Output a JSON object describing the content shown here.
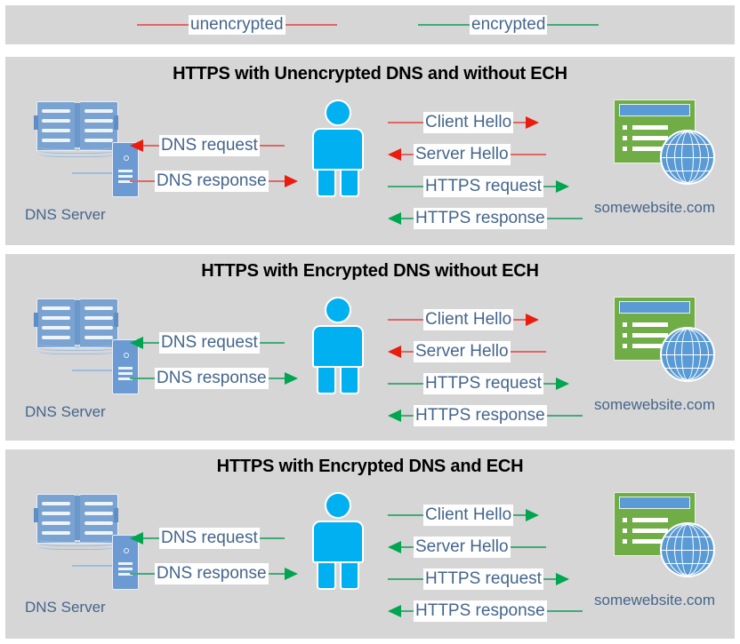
{
  "colors": {
    "panel_bg": "#d6d6d6",
    "page_bg": "#ffffff",
    "unencrypted_line": "#e06666",
    "unencrypted_head": "#ea1c0d",
    "encrypted_line": "#42a977",
    "encrypted_head": "#00a550",
    "text_blue": "#44658c",
    "person": "#00b0f0",
    "website_green": "#70ad47",
    "globe_blue": "#5b9bd5",
    "server_blue": "#6b9bd2"
  },
  "legend": {
    "items": [
      {
        "label": "unencrypted",
        "kind": "unencrypted"
      },
      {
        "label": "encrypted",
        "kind": "encrypted"
      }
    ]
  },
  "panels": [
    {
      "title": "HTTPS with Unencrypted DNS and without ECH",
      "dns_server_label": "DNS Server",
      "website_label": "somewebsite.com",
      "left_messages": [
        {
          "label": "DNS request",
          "kind": "unencrypted",
          "direction": "left"
        },
        {
          "label": "DNS response",
          "kind": "unencrypted",
          "direction": "right"
        }
      ],
      "right_messages": [
        {
          "label": "Client Hello",
          "kind": "unencrypted",
          "direction": "right"
        },
        {
          "label": "Server Hello",
          "kind": "unencrypted",
          "direction": "left"
        },
        {
          "label": "HTTPS request",
          "kind": "encrypted",
          "direction": "right"
        },
        {
          "label": "HTTPS response",
          "kind": "encrypted",
          "direction": "left"
        }
      ]
    },
    {
      "title": "HTTPS with Encrypted DNS without ECH",
      "dns_server_label": "DNS Server",
      "website_label": "somewebsite.com",
      "left_messages": [
        {
          "label": "DNS request",
          "kind": "encrypted",
          "direction": "left"
        },
        {
          "label": "DNS response",
          "kind": "encrypted",
          "direction": "right"
        }
      ],
      "right_messages": [
        {
          "label": "Client Hello",
          "kind": "unencrypted",
          "direction": "right"
        },
        {
          "label": "Server Hello",
          "kind": "unencrypted",
          "direction": "left"
        },
        {
          "label": "HTTPS request",
          "kind": "encrypted",
          "direction": "right"
        },
        {
          "label": "HTTPS response",
          "kind": "encrypted",
          "direction": "left"
        }
      ]
    },
    {
      "title": "HTTPS with Encrypted DNS and ECH",
      "dns_server_label": "DNS Server",
      "website_label": "somewebsite.com",
      "left_messages": [
        {
          "label": "DNS request",
          "kind": "encrypted",
          "direction": "left"
        },
        {
          "label": "DNS response",
          "kind": "encrypted",
          "direction": "right"
        }
      ],
      "right_messages": [
        {
          "label": "Client Hello",
          "kind": "encrypted",
          "direction": "right"
        },
        {
          "label": "Server Hello",
          "kind": "encrypted",
          "direction": "left"
        },
        {
          "label": "HTTPS request",
          "kind": "encrypted",
          "direction": "right"
        },
        {
          "label": "HTTPS response",
          "kind": "encrypted",
          "direction": "left"
        }
      ]
    }
  ],
  "icons": {
    "dns_server": "dns-server-icon",
    "person": "person-icon",
    "website": "website-globe-icon"
  }
}
